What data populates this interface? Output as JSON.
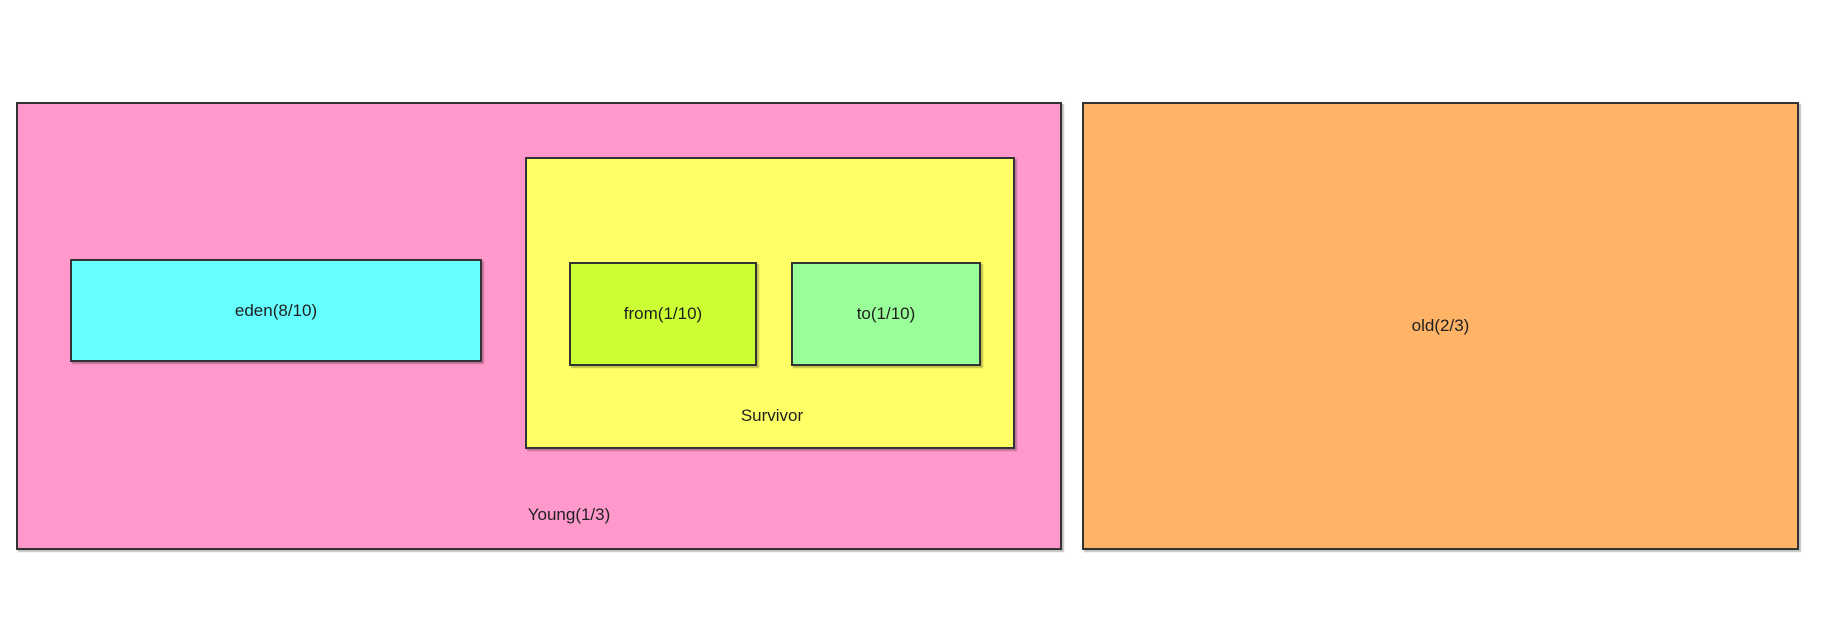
{
  "palette": {
    "background": "#ffffff",
    "border": "#333333",
    "text": "#1f1f1f"
  },
  "regions": {
    "young": {
      "label": "Young(1/3)",
      "fill": "#FF99CC",
      "eden": {
        "label": "eden(8/10)",
        "fill": "#66FFFF"
      },
      "survivor": {
        "label": "Survivor",
        "fill": "#FFFF66",
        "from": {
          "label": "from(1/10)",
          "fill": "#CCFF33"
        },
        "to": {
          "label": "to(1/10)",
          "fill": "#99FF99"
        }
      }
    },
    "old": {
      "label": "old(2/3)",
      "fill": "#FFB366"
    }
  }
}
